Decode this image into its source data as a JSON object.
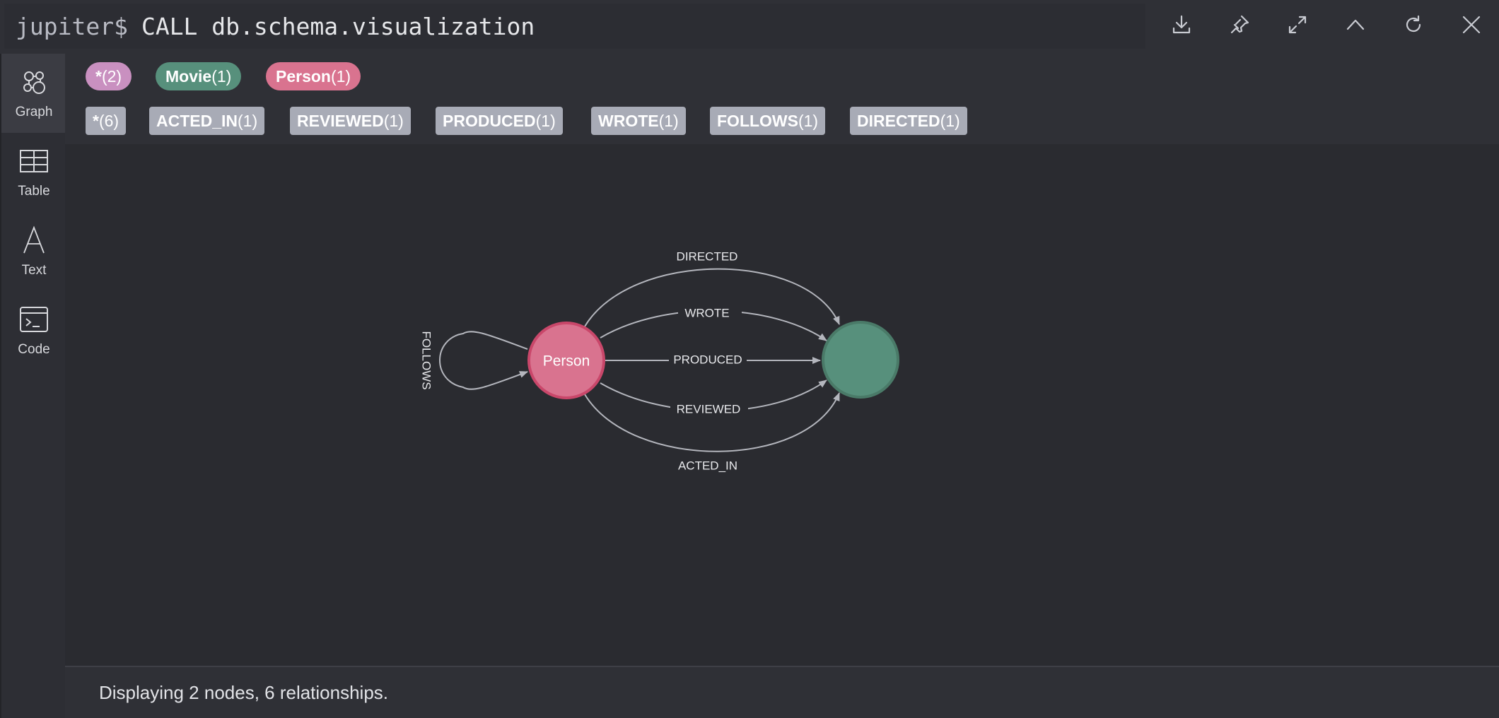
{
  "command": {
    "prompt": "jupiter$",
    "query": "CALL db.schema.visualization"
  },
  "toolbar": [
    {
      "name": "download-icon"
    },
    {
      "name": "pin-icon"
    },
    {
      "name": "expand-icon"
    },
    {
      "name": "collapse-up-icon"
    },
    {
      "name": "rerun-icon"
    },
    {
      "name": "close-icon"
    }
  ],
  "nav": [
    {
      "label": "Graph",
      "icon": "graph-icon",
      "active": true
    },
    {
      "label": "Table",
      "icon": "table-icon"
    },
    {
      "label": "Text",
      "icon": "text-icon"
    },
    {
      "label": "Code",
      "icon": "code-icon"
    }
  ],
  "node_labels": [
    {
      "name": "*",
      "count": "(2)",
      "color": "#c990c0"
    },
    {
      "name": "Movie",
      "count": "(1)",
      "color": "#57907c"
    },
    {
      "name": "Person",
      "count": "(1)",
      "color": "#d9738f"
    }
  ],
  "rel_types": [
    {
      "name": "*",
      "count": "(6)"
    },
    {
      "name": "ACTED_IN",
      "count": "(1)"
    },
    {
      "name": "REVIEWED",
      "count": "(1)"
    },
    {
      "name": "PRODUCED",
      "count": "(1)"
    },
    {
      "name": "WROTE",
      "count": "(1)"
    },
    {
      "name": "FOLLOWS",
      "count": "(1)"
    },
    {
      "name": "DIRECTED",
      "count": "(1)"
    }
  ],
  "graph": {
    "nodes": [
      {
        "id": "person",
        "caption": "Person",
        "fill": "#d9738f",
        "stroke": "#c9476a"
      },
      {
        "id": "movie",
        "caption": "",
        "fill": "#57907c",
        "stroke": "#4a7a68"
      }
    ],
    "relationships": [
      "DIRECTED",
      "WROTE",
      "PRODUCED",
      "REVIEWED",
      "ACTED_IN",
      "FOLLOWS"
    ],
    "edge_color": "#b4b6bd"
  },
  "status": "Displaying 2 nodes, 6 relationships."
}
